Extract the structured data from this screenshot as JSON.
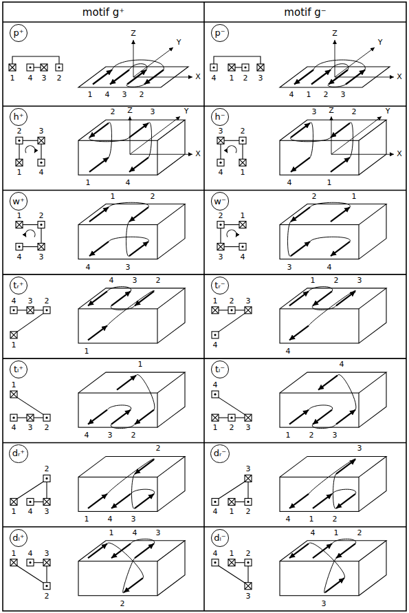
{
  "diagram": {
    "nodes": [
      {
        "text": [
          "p⁺"
        ]
      },
      {
        "text": [
          "p⁻"
        ]
      },
      {
        "text": [
          "h⁺"
        ]
      },
      {
        "text": [
          "h⁻"
        ]
      },
      {
        "text": [
          "w⁺"
        ]
      },
      {
        "text": [
          "w⁻"
        ]
      },
      {
        "text": [
          "tᵣ⁺"
        ]
      },
      {
        "text": [
          "tᵣ⁻"
        ]
      },
      {
        "text": [
          "tₗ⁺"
        ]
      },
      {
        "text": [
          "tₗ⁻"
        ]
      },
      {
        "text": [
          "dᵣ⁺"
        ]
      },
      {
        "text": [
          "dᵣ⁻"
        ]
      },
      {
        "text": [
          "dₗ⁺"
        ]
      },
      {
        "text": [
          "dₗ⁻"
        ]
      }
    ],
    "labels": [
      "motif g⁺",
      "motif g⁻",
      "1",
      "4",
      "3",
      "2",
      "Z",
      "Y",
      "X",
      "1",
      "4",
      "3",
      "2",
      "4",
      "1",
      "2",
      "3",
      "Z",
      "Y",
      "X",
      "4",
      "1",
      "2",
      "3",
      "2",
      "3",
      "1",
      "4",
      "2",
      "Z",
      "3",
      "Y",
      "X",
      "1",
      "4",
      "3",
      "2",
      "4",
      "1",
      "Z",
      "3",
      "2",
      "Y",
      "X",
      "4",
      "1",
      "1",
      "2",
      "4",
      "3",
      "1",
      "2",
      "4",
      "3",
      "2",
      "1",
      "3",
      "4",
      "2",
      "1",
      "3",
      "4",
      "4",
      "3",
      "2",
      "1",
      "4",
      "3",
      "2",
      "1",
      "1",
      "2",
      "3",
      "4",
      "1",
      "2",
      "3",
      "4",
      "1",
      "4",
      "3",
      "2",
      "1",
      "4",
      "3",
      "2",
      "4",
      "1",
      "2",
      "3",
      "4",
      "1",
      "2",
      "3",
      "2",
      "1",
      "4",
      "3",
      "2",
      "1",
      "4",
      "3",
      "3",
      "4",
      "1",
      "2",
      "3",
      "4",
      "1",
      "2",
      "1",
      "4",
      "3",
      "2",
      "1",
      "4",
      "3",
      "2",
      "4",
      "1",
      "2",
      "3",
      "4",
      "1",
      "2",
      "3"
    ]
  }
}
